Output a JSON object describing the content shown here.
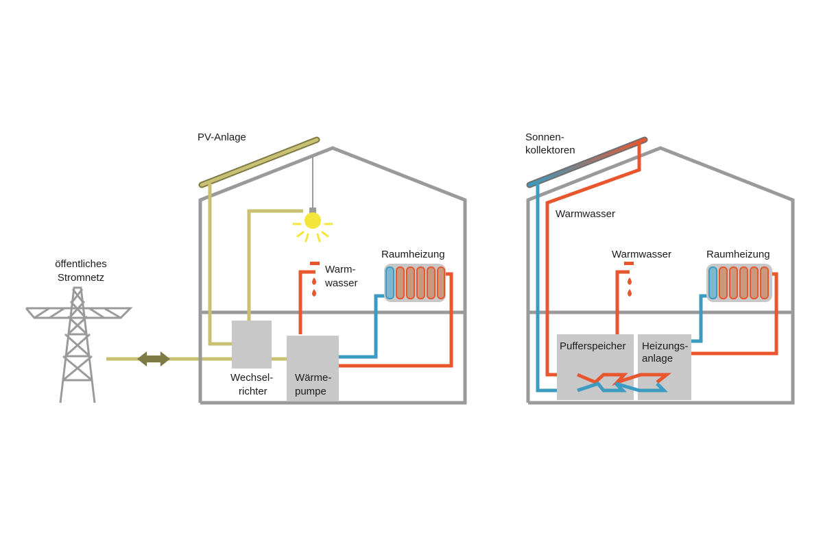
{
  "colors": {
    "house": "#9a9a9a",
    "component": "#c8c8c8",
    "pv_line": "#c9c074",
    "hot": "#e8562e",
    "cold": "#3b9bc0",
    "arrow": "#7d7a44",
    "bulb": "#f3e63a"
  },
  "icons": {
    "pylon": "pylon-icon",
    "bulb": "light-bulb-icon",
    "tap": "water-tap-icon",
    "radiator": "radiator-icon",
    "arrow": "double-arrow-icon"
  },
  "grid": {
    "label_line1": "öffentliches",
    "label_line2": "Stromnetz"
  },
  "house_left": {
    "pv_label": "PV-Anlage",
    "warmwater_line1": "Warm-",
    "warmwater_line2": "wasser",
    "heating_label": "Raumheizung",
    "inverter_line1": "Wechsel-",
    "inverter_line2": "richter",
    "heatpump_line1": "Wärme-",
    "heatpump_line2": "pumpe"
  },
  "house_right": {
    "collector_line1": "Sonnen-",
    "collector_line2": "kollektoren",
    "warmwater_pipe_label": "Warmwasser",
    "warmwater_tap_label": "Warmwasser",
    "heating_label": "Raumheizung",
    "buffer_label": "Pufferspeicher",
    "boiler_line1": "Heizungs-",
    "boiler_line2": "anlage"
  }
}
